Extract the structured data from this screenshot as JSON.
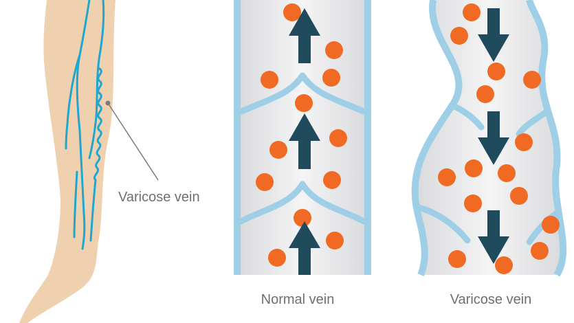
{
  "labels": {
    "leg_callout": "Varicose vein",
    "normal_caption": "Normal vein",
    "varicose_caption": "Varicose vein"
  },
  "colors": {
    "skin": "#EFD1B0",
    "vein_line": "#1FA7CF",
    "vein_wall": "#9ECFE6",
    "vein_inner": "#E9EAEB",
    "blood_cell": "#F06A23",
    "arrow": "#1F4B5C",
    "caption_text": "#6F6F6F"
  },
  "flow": {
    "normal_vein_direction": "up",
    "varicose_vein_direction": "down"
  }
}
